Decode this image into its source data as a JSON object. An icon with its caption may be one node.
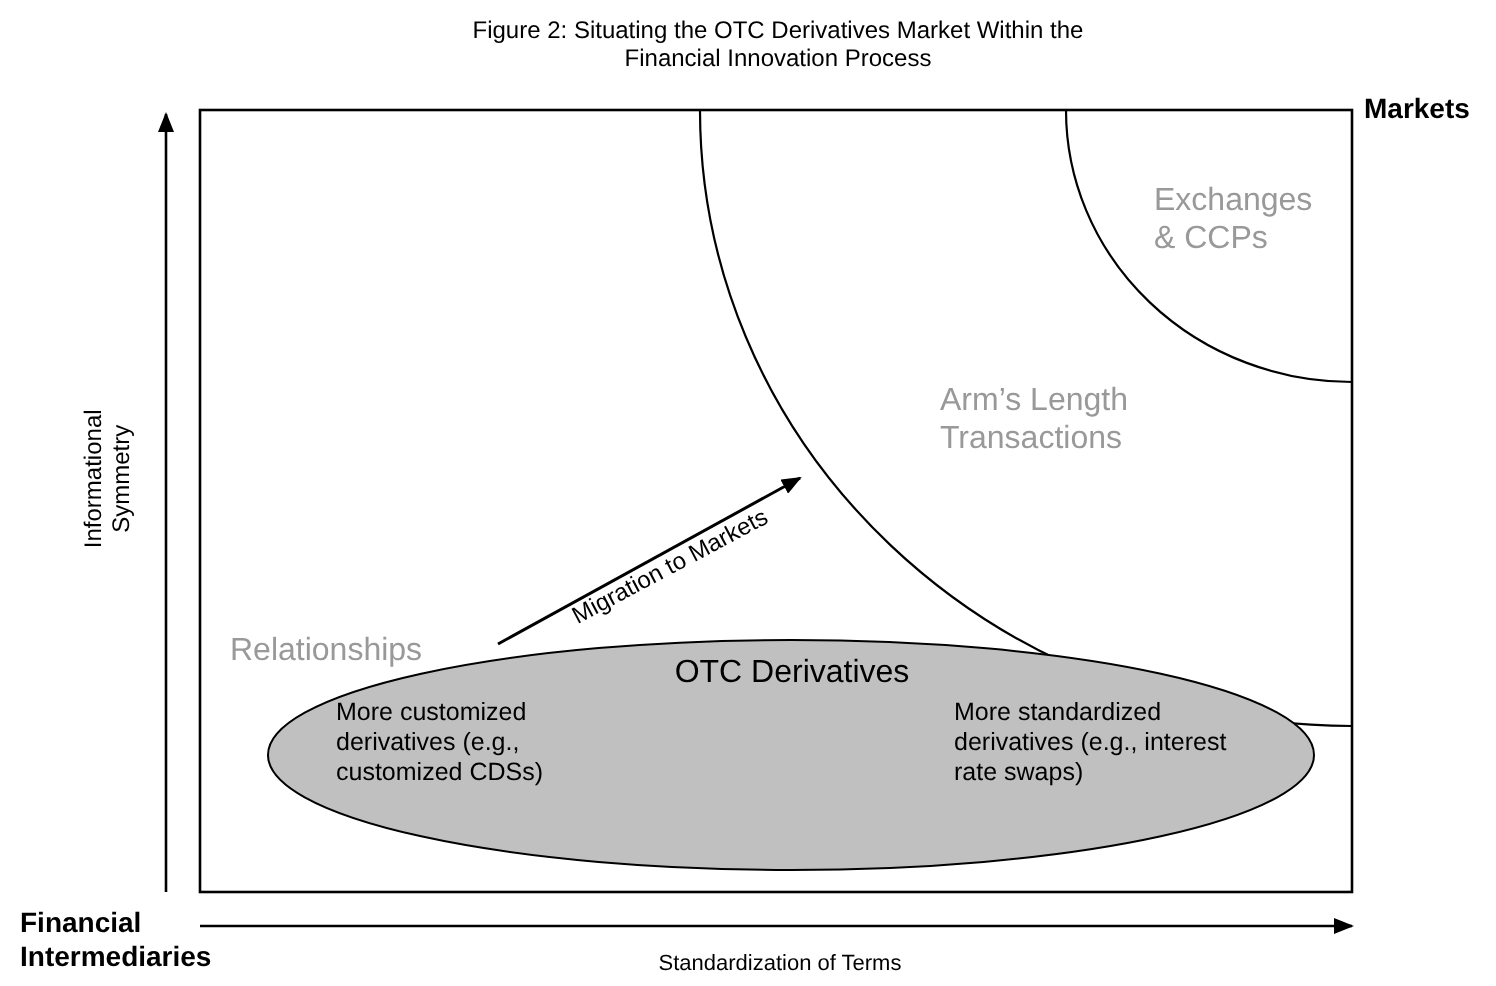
{
  "diagram": {
    "title": "Figure 2: Situating the OTC Derivatives Market Within the Financial Innovation Process",
    "nodes": [
      {
        "text": [
          "Relationships"
        ]
      },
      {
        "text": [
          "Arm’s Length Transactions"
        ],
        "in": 0
      },
      {
        "text": [
          "Exchanges & CCPs"
        ],
        "in": 1
      },
      {
        "text": [
          "OTC Derivatives",
          "More customized derivatives (e.g., customized CDSs)",
          "More standardized derivatives (e.g., interest rate swaps)"
        ],
        "in": 0
      }
    ],
    "edges": [
      {
        "from": 3,
        "to": 1,
        "arrow": "to",
        "label": "Migration to Markets"
      }
    ],
    "labels": [
      "Markets",
      "Informational Symmetry",
      "Financial Intermediaries",
      "Standardization of Terms"
    ]
  }
}
